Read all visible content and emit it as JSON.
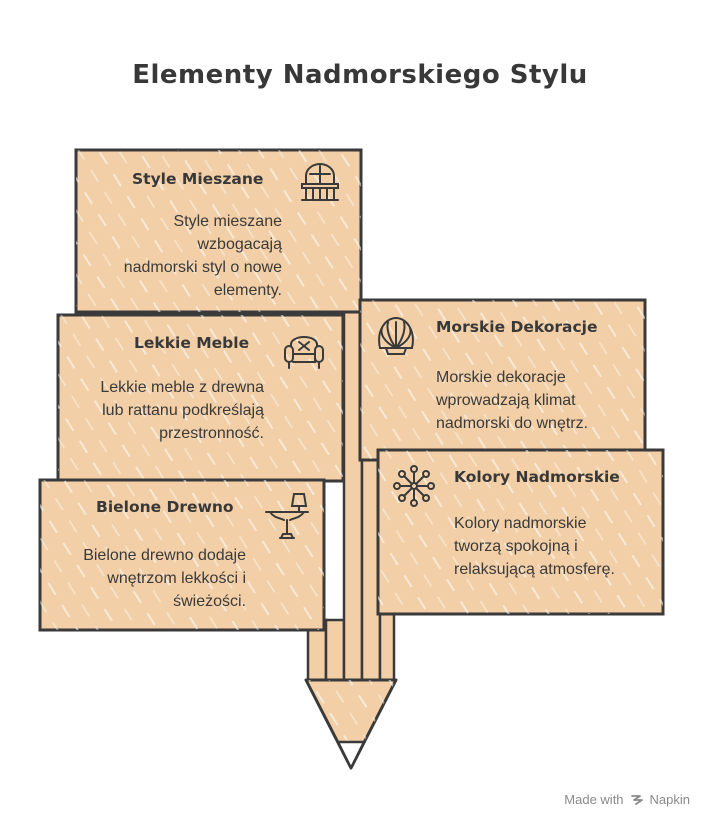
{
  "title": "Elementy Nadmorskiego Stylu",
  "cards": [
    {
      "id": "style-mieszane",
      "title": "Style Mieszane",
      "text": "Style mieszane wzbogacają nadmorski styl o nowe elementy.",
      "icon": "balcony-icon"
    },
    {
      "id": "lekkie-meble",
      "title": "Lekkie Meble",
      "text": "Lekkie meble z drewna lub rattanu podkreślają przestronność.",
      "icon": "armchair-icon"
    },
    {
      "id": "bielone-drewno",
      "title": "Bielone Drewno",
      "text": "Bielone drewno dodaje wnętrzom lekkości i świeżości.",
      "icon": "table-lamp-icon"
    },
    {
      "id": "morskie-dekoracje",
      "title": "Morskie Dekoracje",
      "text": "Morskie dekoracje wprowadzają klimat nadmorski do wnętrz.",
      "icon": "seashell-icon"
    },
    {
      "id": "kolory-nadmorskie",
      "title": "Kolory Nadmorskie",
      "text": "Kolory nadmorskie tworzą spokojną i relaksującą atmosferę.",
      "icon": "snowflake-molecule-icon"
    }
  ],
  "footer": {
    "made_with": "Made with",
    "brand": "Napkin"
  },
  "colors": {
    "card_fill": "#f2cfa6",
    "stroke": "#3a3a3a",
    "hatch": "#ffffff",
    "text": "#3a3a3a"
  }
}
